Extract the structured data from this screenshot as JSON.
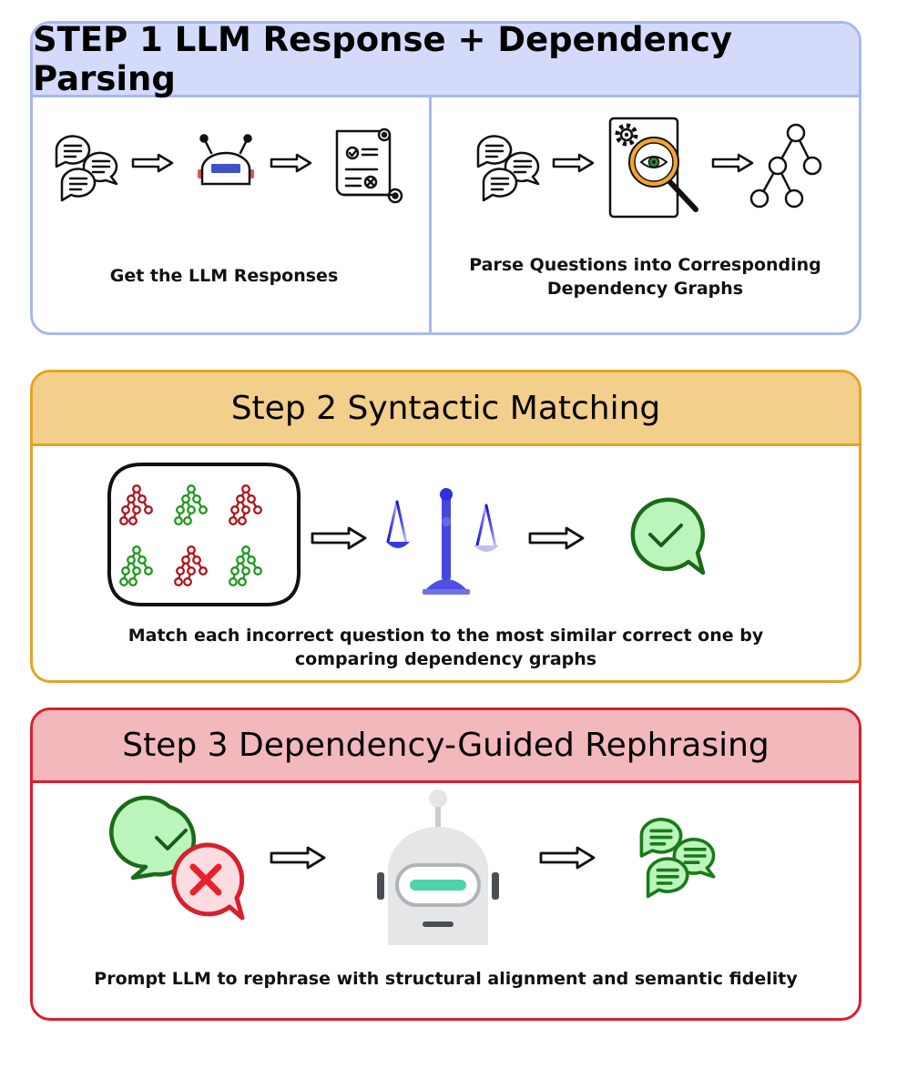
{
  "step1": {
    "title": "STEP 1 LLM Response + Dependency Parsing",
    "left_caption": "Get the LLM Responses",
    "right_caption_line1": "Parse Questions into Corresponding",
    "right_caption_line2": "Dependency Graphs"
  },
  "step2": {
    "title": "Step 2 Syntactic Matching",
    "caption_line1": "Match each incorrect question to the most similar correct one by",
    "caption_line2": "comparing dependency graphs"
  },
  "step3": {
    "title": "Step 3 Dependency-Guided Rephrasing",
    "caption": "Prompt LLM to rephrase with structural alignment and semantic fidelity"
  },
  "colors": {
    "step1_border": "#aab6f0",
    "step1_header": "#d4dbfa",
    "step2_border": "#e6a323",
    "step2_header": "#f2cf8a",
    "step3_border": "#d71f2e",
    "step3_header": "#f2b8bc",
    "tree_red": "#b0141c",
    "tree_green": "#1f9a1f",
    "scale_blue": "#2a2ad8"
  }
}
